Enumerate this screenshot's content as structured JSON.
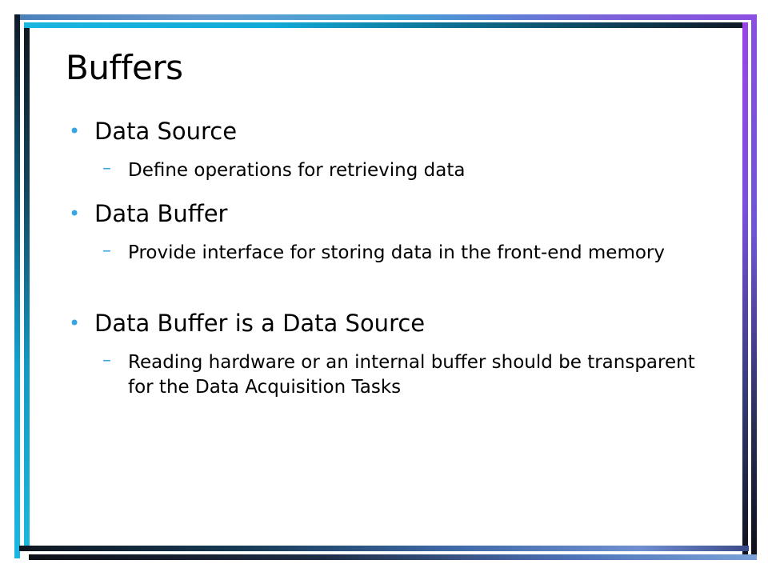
{
  "slide": {
    "title": "Buffers",
    "bullet_char": "•",
    "dash_char": "–",
    "items": [
      {
        "text": "Data Source",
        "subs": [
          "Define operations for retrieving data"
        ]
      },
      {
        "text": "Data Buffer",
        "subs": [
          "Provide interface for storing data in the front-end memory"
        ]
      },
      {
        "text": "Data Buffer is a Data Source",
        "subs": [
          "Reading hardware or an internal buffer should be transparent for the Data Acquisition Tasks"
        ]
      }
    ]
  }
}
